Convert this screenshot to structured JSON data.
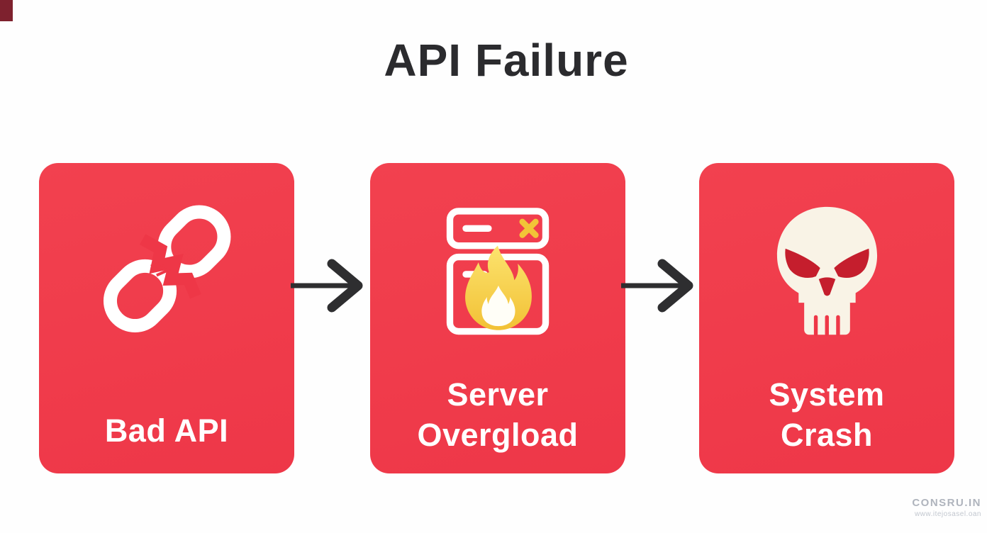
{
  "page": {
    "title": "API Failure"
  },
  "flow": {
    "steps": [
      {
        "id": "bad-api",
        "icon": "broken-chain-icon",
        "label_lines": [
          "Bad API"
        ]
      },
      {
        "id": "server-overload",
        "icon": "server-on-fire-icon",
        "label_lines": [
          "Server",
          "Overgload"
        ]
      },
      {
        "id": "system-crash",
        "icon": "skull-icon",
        "label_lines": [
          "System",
          "Crash"
        ]
      }
    ],
    "connectors": [
      {
        "type": "arrow-right"
      },
      {
        "type": "arrow-right"
      }
    ]
  },
  "colors": {
    "card_red": "#EF3A4B",
    "dark_red_accent": "#C51E2D",
    "corner_mark_red": "#7E212E",
    "title_charcoal": "#2B2B2E",
    "arrow_charcoal": "#2E2E30",
    "gold_x": "#F2C437",
    "flame_gold": "#F2C135",
    "flame_light_gold": "#FCE36E",
    "flame_inner_white": "#FFFEF7",
    "skull_cream": "#F9F3E6",
    "icon_white": "#FFFFFF"
  },
  "watermark": {
    "line1": "CONSRU.IN",
    "line2": "www.itejosasel.oan"
  }
}
